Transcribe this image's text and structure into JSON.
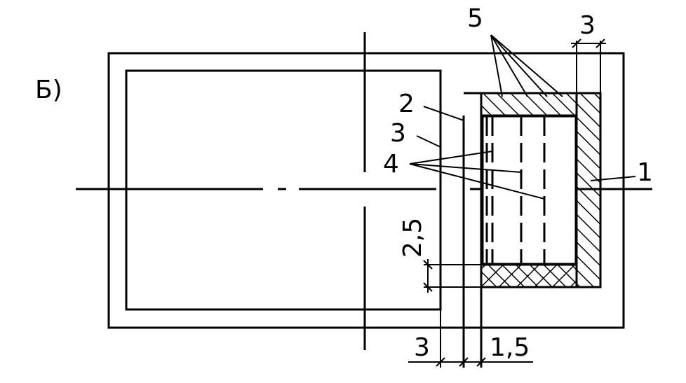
{
  "figure": {
    "panel_label": "Б)",
    "callouts": {
      "c1": "1",
      "c2": "2",
      "c3": "3",
      "c4": "4",
      "c5": "5"
    },
    "dimensions": {
      "top_width": "3",
      "vertical": "2,5",
      "bottom_left": "3",
      "bottom_right": "1,5"
    }
  }
}
